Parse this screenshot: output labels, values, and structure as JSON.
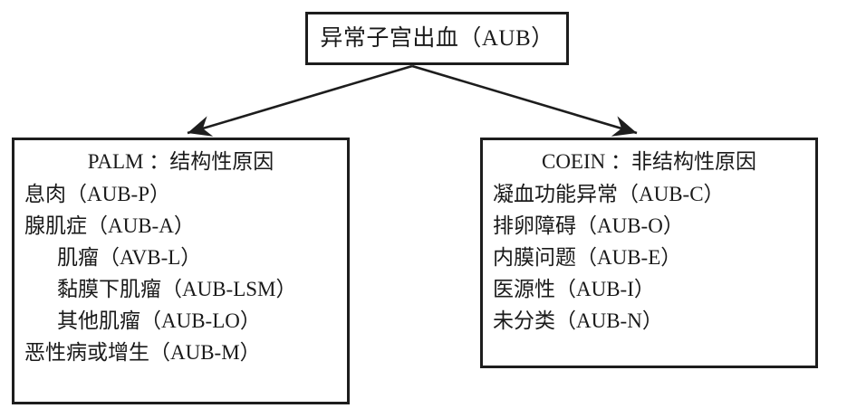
{
  "diagram": {
    "root": {
      "label": "异常子宫出血（AUB）"
    },
    "branches": [
      {
        "id": "palm",
        "heading": "PALM ：结构性原因",
        "items": [
          {
            "text": "息肉（AUB-P）",
            "indent": 0
          },
          {
            "text": "腺肌症（AUB-A）",
            "indent": 0
          },
          {
            "text": "肌瘤（AVB-L）",
            "indent": 1
          },
          {
            "text": "黏膜下肌瘤（AUB-LSM）",
            "indent": 1
          },
          {
            "text": "其他肌瘤（AUB-LO）",
            "indent": 1
          },
          {
            "text": "恶性病或增生（AUB-M）",
            "indent": 0
          }
        ]
      },
      {
        "id": "coein",
        "heading": "COEIN ：非结构性原因",
        "items": [
          {
            "text": "凝血功能异常（AUB-C）",
            "indent": 0
          },
          {
            "text": "排卵障碍（AUB-O）",
            "indent": 0
          },
          {
            "text": "内膜问题（AUB-E）",
            "indent": 0
          },
          {
            "text": "医源性（AUB-I）",
            "indent": 0
          },
          {
            "text": "未分类（AUB-N）",
            "indent": 0
          }
        ]
      }
    ],
    "colors": {
      "stroke": "#1d1d1d",
      "text": "#1a1a1a",
      "background": "#ffffff"
    }
  }
}
